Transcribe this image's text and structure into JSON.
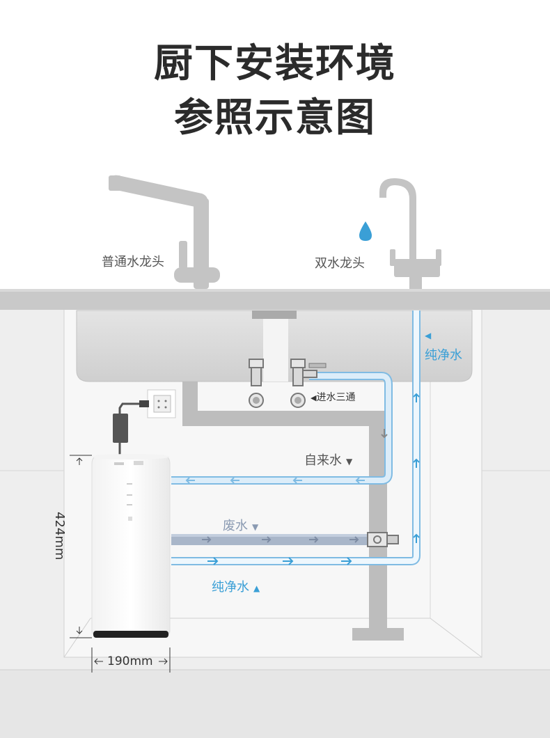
{
  "title": {
    "line1": "厨下安装环境",
    "line2": "参照示意图"
  },
  "labels": {
    "normal_faucet": "普通水龙头",
    "dual_faucet": "双水龙头",
    "pure_water_top": "纯净水",
    "tee_valve": "进水三通",
    "tap_water": "自来水",
    "waste_water": "废水",
    "pure_water_bottom": "纯净水"
  },
  "dimensions": {
    "height": "424mm",
    "width": "190mm"
  },
  "colors": {
    "pipe_gray": "#bdbdbd",
    "pipe_blue_light": "#cfe6f6",
    "pipe_blue_stroke": "#7fbbe3",
    "pure_water_blue": "#3a9fd6",
    "waste_pipe": "#a9b6c9",
    "title": "#2b2b2b"
  },
  "icons": {
    "water_drop": "water-drop-icon",
    "arrow_left": "arrow-left-icon",
    "arrow_right": "arrow-right-icon",
    "arrow_up": "arrow-up-icon",
    "arrow_down": "arrow-down-icon",
    "triangle_down": "▼",
    "triangle_up": "▲",
    "triangle_left": "◀"
  }
}
